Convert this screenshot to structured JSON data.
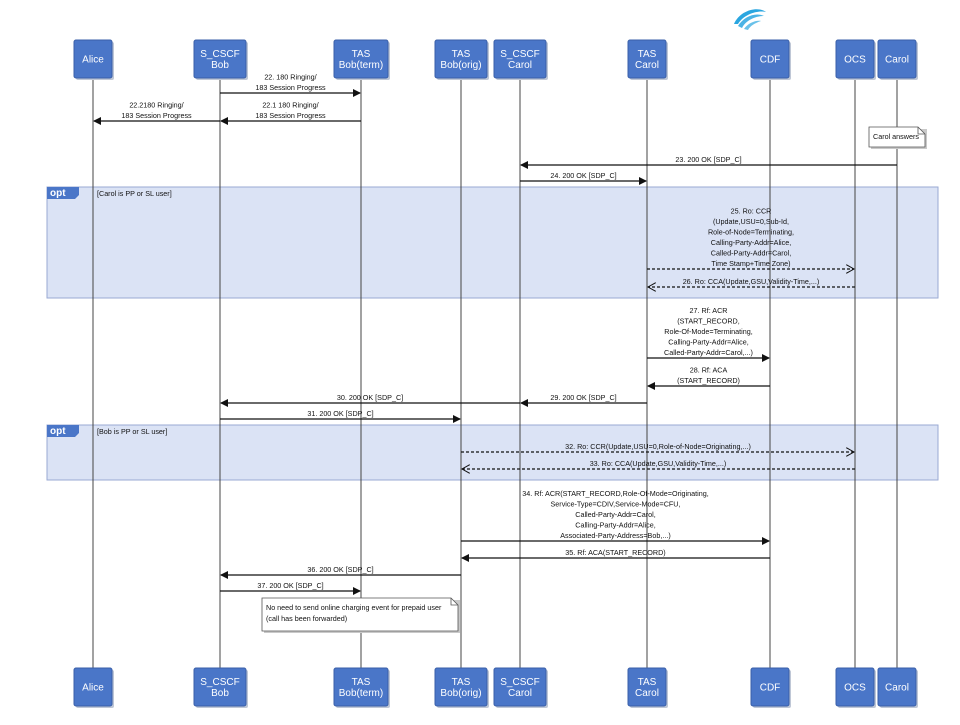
{
  "colors": {
    "participant_fill": "#4a76c8",
    "participant_stroke": "#3a5fa8",
    "fragment_fill": "#dbe3f5",
    "fragment_stroke": "#9aaad3",
    "fragment_tab": "#4a76c8",
    "arrow": "#111111",
    "logo": "#2aa6e0"
  },
  "logo": {
    "icon": "swirl-logo"
  },
  "participants": [
    {
      "id": "alice",
      "lines": [
        "Alice"
      ]
    },
    {
      "id": "scscf-bob",
      "lines": [
        "S_CSCF",
        "Bob"
      ]
    },
    {
      "id": "tas-bob-term",
      "lines": [
        "TAS",
        "Bob(term)"
      ]
    },
    {
      "id": "tas-bob-orig",
      "lines": [
        "TAS",
        "Bob(orig)"
      ]
    },
    {
      "id": "scscf-carol",
      "lines": [
        "S_CSCF",
        "Carol"
      ]
    },
    {
      "id": "tas-carol",
      "lines": [
        "TAS",
        "Carol"
      ]
    },
    {
      "id": "cdf",
      "lines": [
        "CDF"
      ]
    },
    {
      "id": "ocs",
      "lines": [
        "OCS"
      ]
    },
    {
      "id": "carol",
      "lines": [
        "Carol"
      ]
    }
  ],
  "fragments": [
    {
      "tag": "opt",
      "guard": "[Carol is PP or SL user]"
    },
    {
      "tag": "opt",
      "guard": "[Bob is PP or SL user]"
    }
  ],
  "messages": [
    {
      "from": "scscf-bob",
      "to": "tas-bob-term",
      "dashed": false,
      "lines": [
        "22. 180 Ringing/",
        "183 Session Progress"
      ]
    },
    {
      "from": "scscf-bob",
      "to": "alice",
      "dashed": false,
      "lines": [
        "22.2180 Ringing/",
        "183 Session Progress"
      ]
    },
    {
      "from": "tas-bob-term",
      "to": "scscf-bob",
      "dashed": false,
      "lines": [
        "22.1 180 Ringing/",
        "183 Session Progress"
      ]
    },
    {
      "from": "carol",
      "to": "scscf-carol",
      "dashed": false,
      "lines": [
        "23. 200 OK [SDP_C]"
      ]
    },
    {
      "from": "scscf-carol",
      "to": "tas-carol",
      "dashed": false,
      "lines": [
        "24. 200 OK [SDP_C]"
      ]
    },
    {
      "from": "tas-carol",
      "to": "ocs",
      "dashed": true,
      "lines": [
        "25. Ro: CCR",
        "(Update,USU=0,Sub-Id,",
        "Role-of-Node=Terminating,",
        "Calling-Party-Addr=Alice,",
        "Called-Party-Addr=Carol,",
        "Time Stamp+Time Zone)"
      ]
    },
    {
      "from": "ocs",
      "to": "tas-carol",
      "dashed": true,
      "lines": [
        "26. Ro: CCA(Update,GSU,Validity-Time,...)"
      ]
    },
    {
      "from": "tas-carol",
      "to": "cdf",
      "dashed": false,
      "lines": [
        "27. Rf: ACR",
        "(START_RECORD,",
        "Role-Of-Mode=Terminating,",
        "Calling-Party-Addr=Alice,",
        "Called-Party-Addr=Carol,...)"
      ]
    },
    {
      "from": "cdf",
      "to": "tas-carol",
      "dashed": false,
      "lines": [
        "28. Rf: ACA",
        "(START_RECORD)"
      ]
    },
    {
      "from": "tas-carol",
      "to": "scscf-carol",
      "dashed": false,
      "lines": [
        "29. 200 OK [SDP_C]"
      ]
    },
    {
      "from": "scscf-carol",
      "to": "scscf-bob",
      "dashed": false,
      "lines": [
        "30. 200 OK [SDP_C]"
      ]
    },
    {
      "from": "scscf-bob",
      "to": "tas-bob-orig",
      "dashed": false,
      "lines": [
        "31. 200 OK [SDP_C]"
      ]
    },
    {
      "from": "tas-bob-orig",
      "to": "ocs",
      "dashed": true,
      "lines": [
        "32. Ro: CCR(Update,USU=0,Role-of-Node=Originating,...)"
      ]
    },
    {
      "from": "ocs",
      "to": "tas-bob-orig",
      "dashed": true,
      "lines": [
        "33. Ro: CCA(Update,GSU,Validity-Time,...)"
      ]
    },
    {
      "from": "tas-bob-orig",
      "to": "cdf",
      "dashed": false,
      "lines": [
        "34. Rf: ACR(START_RECORD,Role-Of-Mode=Originating,",
        "Service-Type=CDIV,Service-Mode=CFU,",
        "Called-Party-Addr=Carol,",
        "Calling-Party-Addr=Alice,",
        "Associated-Party-Address=Bob,...)"
      ]
    },
    {
      "from": "cdf",
      "to": "tas-bob-orig",
      "dashed": false,
      "lines": [
        "35. Rf: ACA(START_RECORD)"
      ]
    },
    {
      "from": "tas-bob-orig",
      "to": "scscf-bob",
      "dashed": false,
      "lines": [
        "36. 200 OK [SDP_C]"
      ]
    },
    {
      "from": "scscf-bob",
      "to": "tas-bob-term",
      "dashed": false,
      "lines": [
        "37. 200 OK [SDP_C]"
      ]
    }
  ],
  "notes": [
    {
      "lines": [
        "Carol answers"
      ]
    },
    {
      "lines": [
        "No need to send online charging event for prepaid user",
        "(call has been forwarded)"
      ]
    }
  ]
}
